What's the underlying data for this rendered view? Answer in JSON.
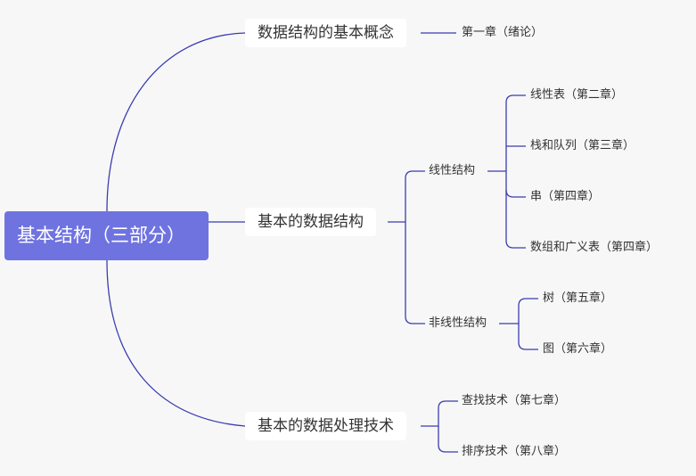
{
  "root": {
    "label": "基本结构（三部分）"
  },
  "branches": [
    {
      "label": "数据结构的基本概念",
      "children": [
        {
          "label": "第一章（绪论）"
        }
      ]
    },
    {
      "label": "基本的数据结构",
      "children": [
        {
          "label": "线性结构",
          "children": [
            {
              "label": "线性表（第二章）"
            },
            {
              "label": "栈和队列（第三章）"
            },
            {
              "label": "串（第四章）"
            },
            {
              "label": "数组和广义表（第四章）"
            }
          ]
        },
        {
          "label": "非线性结构",
          "children": [
            {
              "label": "树（第五章）"
            },
            {
              "label": "图（第六章）"
            }
          ]
        }
      ]
    },
    {
      "label": "基本的数据处理技术",
      "children": [
        {
          "label": "查找技术（第七章）"
        },
        {
          "label": "排序技术（第八章）"
        }
      ]
    }
  ],
  "colors": {
    "root_fill": "#6f73e0",
    "connector": "#3a3db0",
    "background": "#f7f7f7"
  }
}
